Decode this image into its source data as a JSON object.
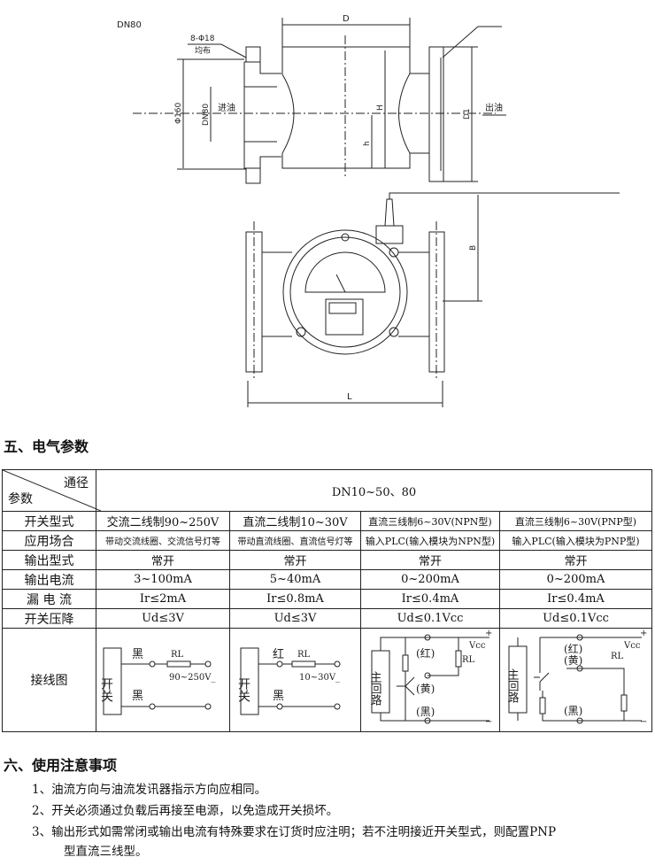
{
  "drawing": {
    "title": "DN80",
    "holes": "8-Φ18",
    "holes_note": "均布",
    "flange_dia": "Φ160",
    "bore": "DN80",
    "inlet": "进油",
    "outlet": "出油",
    "dim_D": "D",
    "dim_H": "H",
    "dim_h": "h",
    "dim_D1": "D1",
    "dim_B": "B",
    "dim_L": "L"
  },
  "section5": {
    "title": "五、电气参数"
  },
  "table": {
    "corner_top": "通径",
    "corner_bottom": "参数",
    "header_value": "DN10~50、80",
    "rows": [
      {
        "label": "开关型式",
        "cells": [
          "交流二线制90~250V",
          "直流二线制10~30V",
          "直流三线制6~30V(NPN型)",
          "直流三线制6~30V(PNP型)"
        ]
      },
      {
        "label": "应用场合",
        "cells": [
          "带动交流线圈、交流信号灯等",
          "带动直流线圈、直流信号灯等",
          "输入PLC(输入模块为NPN型)",
          "输入PLC(输入模块为PNP型)"
        ]
      },
      {
        "label": "输出型式",
        "cells": [
          "常开",
          "常开",
          "常开",
          "常开"
        ]
      },
      {
        "label": "输出电流",
        "cells": [
          "3~100mA",
          "5~40mA",
          "0~200mA",
          "0~200mA"
        ]
      },
      {
        "label": "漏 电 流",
        "cells": [
          "Ir≤2mA",
          "Ir≤0.8mA",
          "Ir≤0.4mA",
          "Ir≤0.4mA"
        ]
      },
      {
        "label": "开关压降",
        "cells": [
          "Ud≤3V",
          "Ud≤3V",
          "Ud≤0.1Vcc",
          "Ud≤0.1Vcc"
        ]
      }
    ],
    "wiring_label": "接线图",
    "wiring": {
      "ac": {
        "switch": "开关",
        "top": "黑",
        "bottom": "黑",
        "rl": "RL",
        "volt": "90~250V_"
      },
      "dc": {
        "switch": "开关",
        "top": "红",
        "bottom": "黑",
        "rl": "RL",
        "volt": "10~30V_"
      },
      "npn": {
        "main": "主回路",
        "red": "(红)",
        "yellow": "(黄)",
        "black": "(黑)",
        "vcc": "Vcc",
        "rl": "RL",
        "plus": "+",
        "minus": "−"
      },
      "pnp": {
        "main": "主回路",
        "red": "(红)",
        "yellow": "(黄)",
        "black": "(黑)",
        "vcc": "Vcc",
        "rl": "RL",
        "plus": "+",
        "minus": "−"
      }
    }
  },
  "section6": {
    "title": "六、使用注意事项",
    "notes": [
      "1、油流方向与油流发讯器指示方向应相同。",
      "2、开关必须通过负载后再接至电源，以免造成开关损坏。",
      "3、输出形式如需常闭或输出电流有特殊要求在订货时应注明；若不注明接近开关型式，则配置PNP",
      "型直流三线型。"
    ]
  }
}
